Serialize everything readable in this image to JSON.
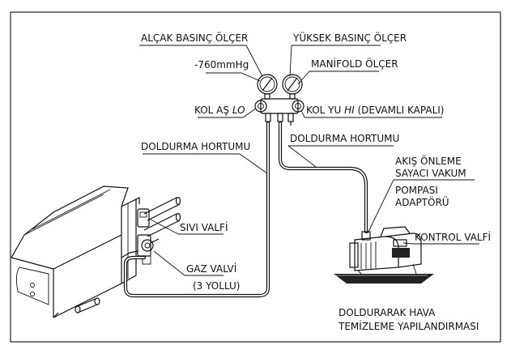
{
  "labels": {
    "low_gauge": "ALÇAK BASINÇ ÖLÇER",
    "high_gauge": "YÜKSEK BASINÇ ÖLÇER",
    "vacuum_reading": "-760mmHg",
    "manifold_gauge": "MANİFOLD ÖLÇER",
    "open_lo_prefix": "KOL AŞ ",
    "open_lo_italic": "LO",
    "close_hi_prefix": "KOL YU ",
    "close_hi_italic": "HI",
    "close_hi_suffix": " (DEVAMLI KAPALI)",
    "charge_hose_left": "DOLDURMA HORTUMU",
    "charge_hose_right": "DOLDURMA HORTUMU",
    "backflow_line1": "AKIŞ ÖNLEME",
    "backflow_line2": "SAYACI VAKUM",
    "backflow_line3": "POMPASI",
    "backflow_line4": "ADAPTÖRÜ",
    "liquid_valve": "SIVI VALFİ",
    "gas_valve_line1": "GAZ VALVİ",
    "gas_valve_line2": "(3 YOLLU)",
    "control_valve": "KONTROL VALFİ",
    "caption_line1": "DOLDURARAK HAVA",
    "caption_line2": "TEMİZLEME YAPILANDIRMASI"
  }
}
